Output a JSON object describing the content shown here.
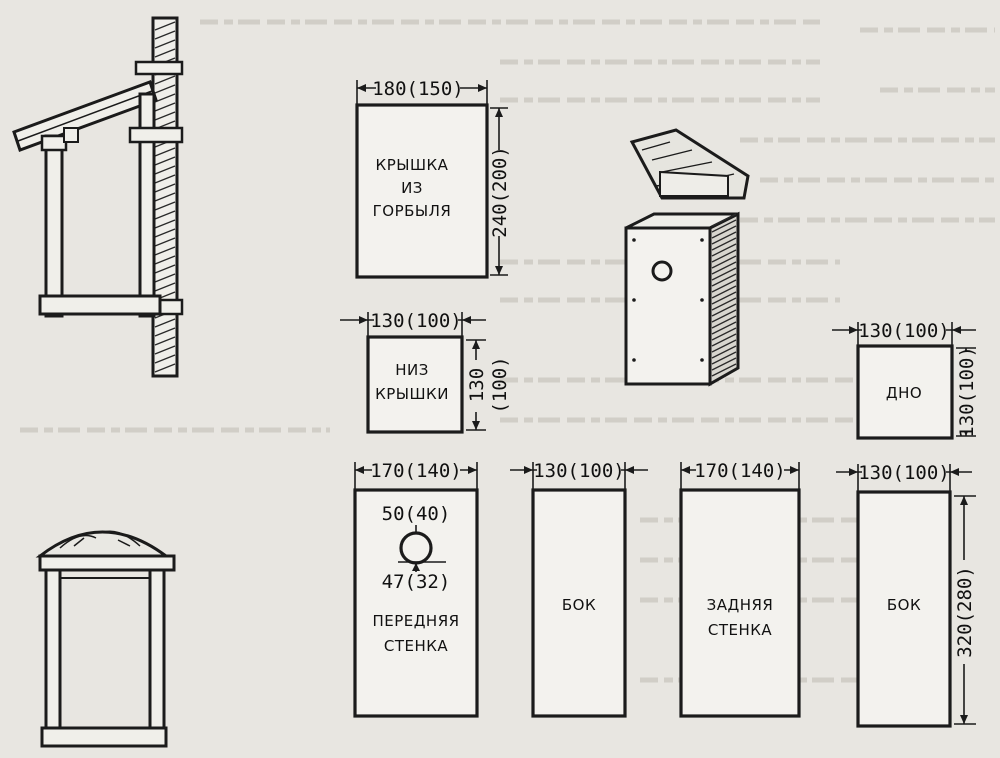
{
  "colors": {
    "ink": "#1b1b1b",
    "paper": "#e8e6e1",
    "panel": "#f3f2ee"
  },
  "drawings": {
    "mounted_side_view": "mounted-birdhouse-side-view",
    "front_view": "birdhouse-front-view",
    "assembled_view": "assembled-birdhouse-isometric"
  },
  "parts": {
    "roof": {
      "label_lines": [
        "КРЫШКА",
        "ИЗ",
        "ГОРБЫЛЯ"
      ],
      "width_dim": "180(150)",
      "height_dim": "240(200)"
    },
    "roof_bottom": {
      "label_lines": [
        "НИЗ",
        "КРЫШКИ"
      ],
      "width_dim": "130(100)",
      "height_dim_a": "130",
      "height_dim_b": "(100)"
    },
    "floor": {
      "label": "ДНО",
      "width_dim": "130(100)",
      "height_dim": "130(100)"
    },
    "front_wall": {
      "label_lines": [
        "ПЕРЕДНЯЯ",
        "СТЕНКА"
      ],
      "width_dim": "170(140)",
      "hole_dim": "50(40)",
      "hole_offset_dim": "47(32)"
    },
    "side_1": {
      "label": "БОК",
      "width_dim": "130(100)"
    },
    "back_wall": {
      "label_lines": [
        "ЗАДНЯЯ",
        "СТЕНКА"
      ],
      "width_dim": "170(140)"
    },
    "side_2": {
      "label": "БОК",
      "width_dim": "130(100)",
      "height_dim": "320(280)"
    }
  }
}
